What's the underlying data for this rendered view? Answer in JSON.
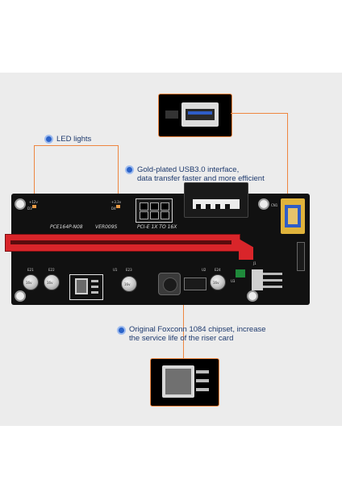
{
  "callouts": {
    "led": "LED lights",
    "usb_line1": "Gold-plated USB3.0 interface,",
    "usb_line2": "data transfer faster and more efficient",
    "chip_line1": "Original Foxconn 1084 chipset, increase",
    "chip_line2": "the service life of the riser card"
  },
  "board": {
    "model": "PCE164P-N08",
    "version": "VER009S",
    "pcie": "PCI-E 1X TO 16X",
    "led1": "+12v",
    "led1_ref": "D3",
    "led2": "+3.3v",
    "led2_ref": "D4",
    "c1": "E21",
    "c2": "E22",
    "c3": "E23",
    "c4": "E24",
    "cap_text": "16v",
    "u1": "U1",
    "u2": "U2",
    "u3": "U3",
    "j1": "J1",
    "cn": "CN1"
  },
  "colors": {
    "accent": "#ee8640",
    "bullet": "#2b63c9",
    "text": "#1e3a6e",
    "pcb": "#111111",
    "slot": "#d9252a",
    "usb": "#e0b33b"
  }
}
